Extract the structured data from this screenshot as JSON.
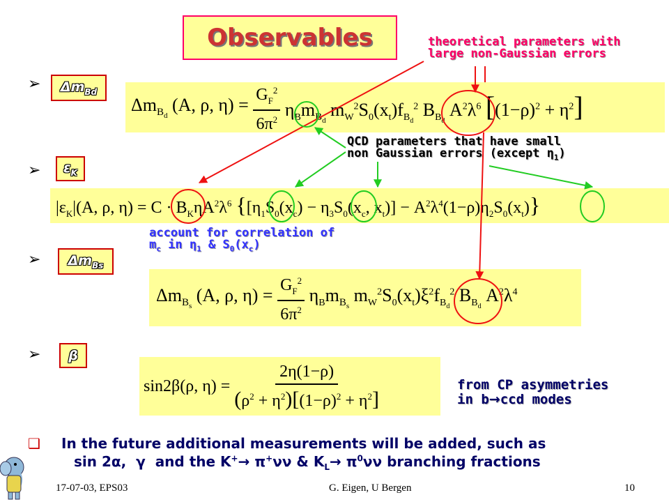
{
  "title": "Observables",
  "notes": {
    "theoretical": [
      "theoretical parameters with",
      "large non-Gaussian errors"
    ],
    "qcd": [
      "QCD parameters that have small",
      "non Gaussian errors (except η₁)"
    ],
    "correlation": [
      "account for correlation of",
      "mc in η1 & S0(xc)"
    ],
    "cp": [
      "from CP asymmetries",
      "in b→ccd modes"
    ]
  },
  "observables": {
    "dm_bd": "Δm_Bd",
    "eps_k": "ε_K",
    "dm_bs": "Δm_Bs",
    "beta": "β"
  },
  "formulas": {
    "f1": "Δm_Bd (A,ρ,η) = G_F² / 6π² · η_B m_Bd m_W² S₀(x_t) f²_Bd B_Bd A² λ⁶ [(1−ρ)² + η²]",
    "f2": "|ε_K|(A,ρ,η) = C · B_K η A² λ⁶ {[η₁S₀(x_c) − η₃S₀(x_c, x_t)] − A²λ⁴(1−ρ)η₂S₀(x_t)}",
    "f3": "Δm_Bs (A,ρ,η) = G_F² / 6π² · η_B m_Bs m_W² S₀(x_t) ξ² f²_Bd B_Bd A² λ⁴",
    "f4": "sin2β(ρ,η) = 2η(1−ρ) / ((ρ² + η²)[(1−ρ)² + η²])"
  },
  "bottom": {
    "bullet": "❑",
    "line1": "In the future additional measurements will be added, such as",
    "line2": "sin 2α, γ  and the K⁺→ π⁺νν & K_L→ π⁰νν branching fractions"
  },
  "footer": {
    "left": "17-07-03, EPS03",
    "center": "G. Eigen,  U Bergen",
    "page": "10"
  },
  "colors": {
    "formula_bg": "#ffff99",
    "title_text": "#cc3333",
    "note_red": "#ff0066",
    "note_blue": "#3333ff",
    "arrow_red": "#ee1111",
    "arrow_green": "#22cc22"
  }
}
